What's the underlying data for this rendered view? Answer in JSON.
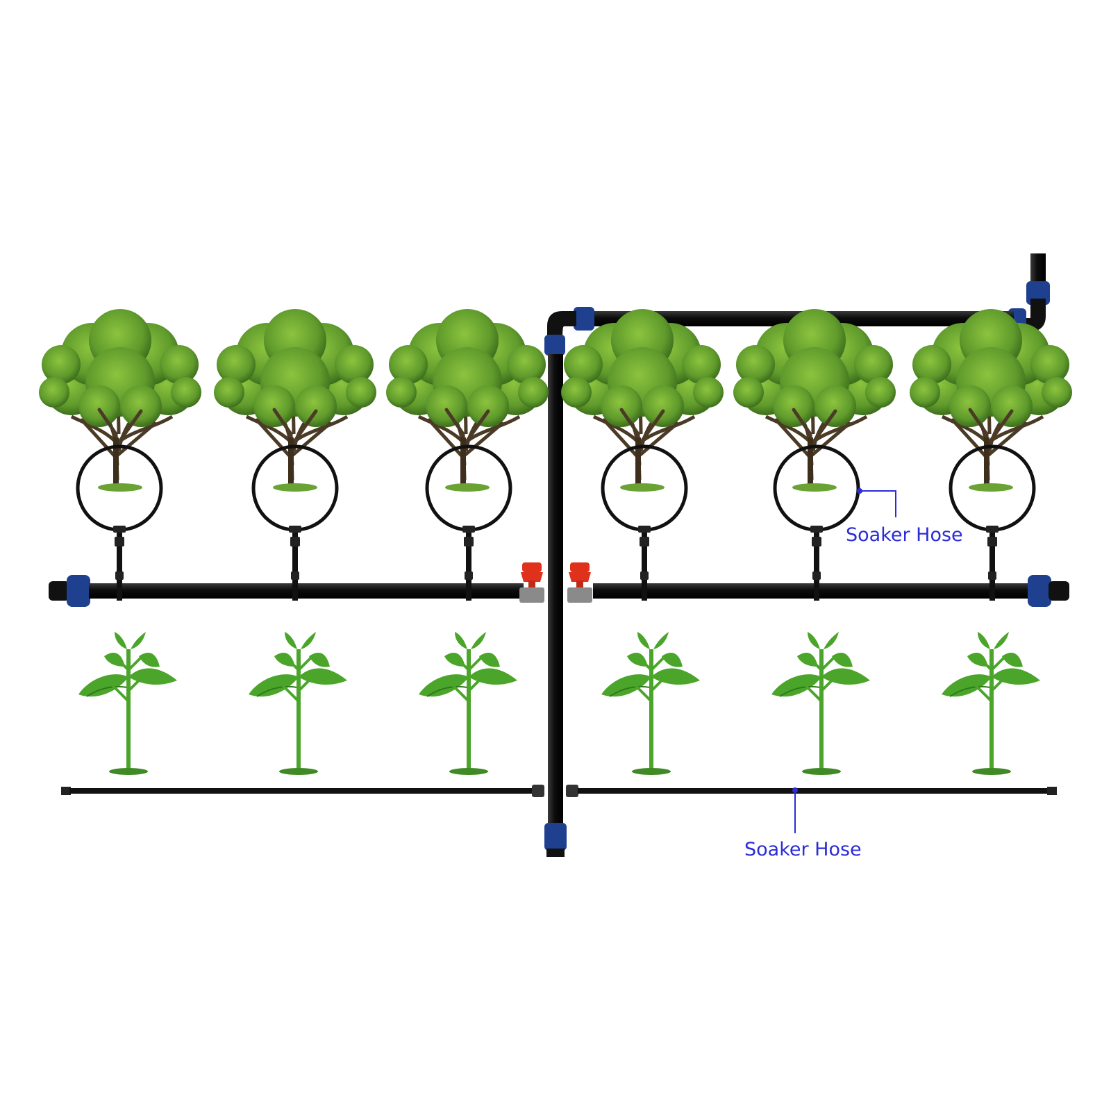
{
  "labels": {
    "soaker_hose_ring": "Soaker Hose",
    "soaker_hose_line": "Soaker Hose"
  },
  "colors": {
    "pipe": "#0c0c0c",
    "fitting": "#1f3f8f",
    "valve": "#e0311d",
    "label": "#2b2bd8",
    "tree_foliage": "#5f9a2c",
    "seedling": "#4aa52a"
  },
  "components": {
    "trees": 6,
    "seedlings": 6,
    "valves": 2
  }
}
